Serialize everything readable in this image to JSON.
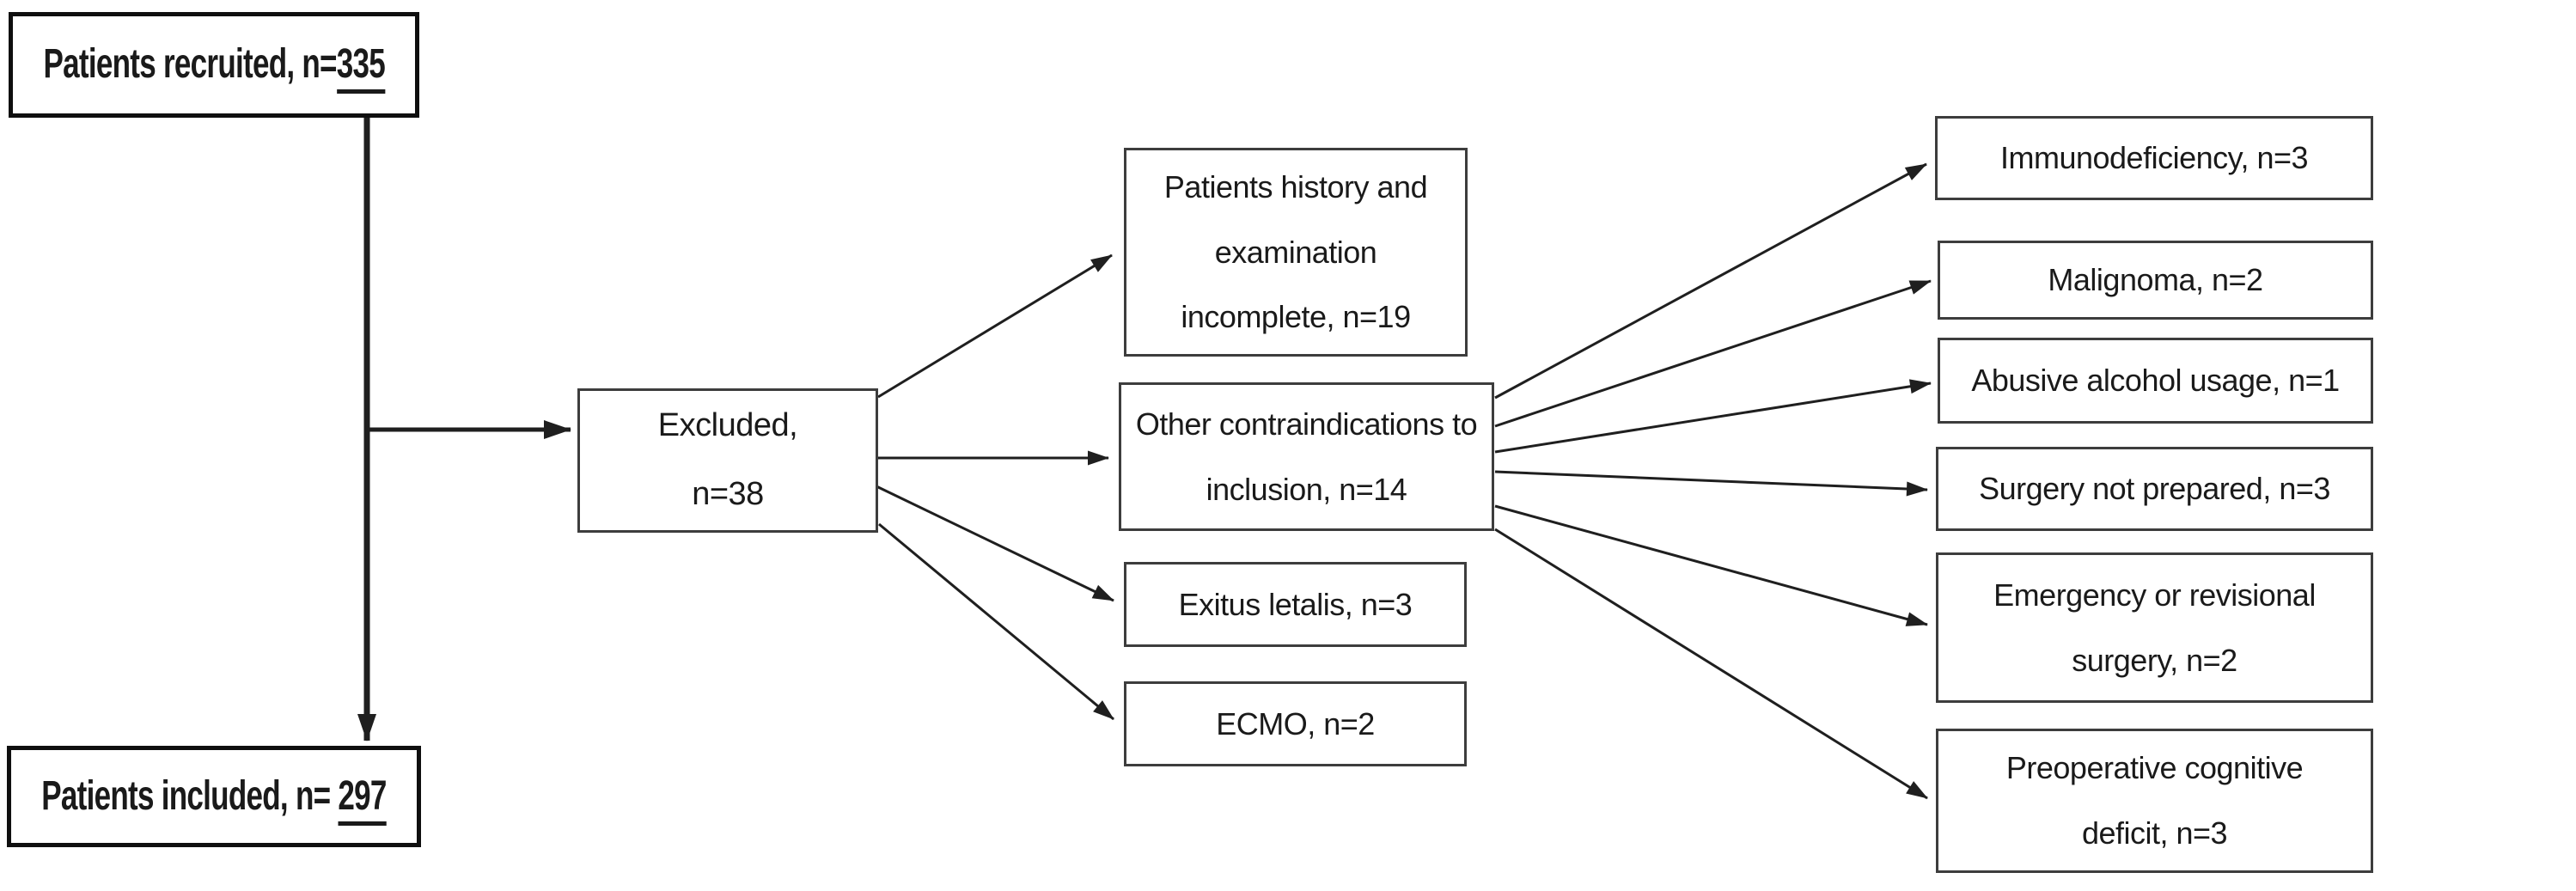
{
  "diagram": {
    "recruited": {
      "label": "Patients recruited, n=",
      "value": "335"
    },
    "included": {
      "label": "Patients included, n= ",
      "value": "297"
    },
    "excluded": {
      "lines": [
        "Excluded,",
        "n=38"
      ]
    },
    "history": {
      "lines": [
        "Patients history and",
        "examination",
        "incomplete, n=19"
      ]
    },
    "contraindications": {
      "lines": [
        "Other contraindications to",
        "inclusion, n=14"
      ]
    },
    "exitus": {
      "lines": [
        "Exitus letalis, n=3"
      ]
    },
    "ecmo": {
      "lines": [
        "ECMO, n=2"
      ]
    },
    "immunodeficiency": {
      "lines": [
        "Immunodeficiency, n=3"
      ]
    },
    "malignoma": {
      "lines": [
        "Malignoma, n=2"
      ]
    },
    "alcohol": {
      "lines": [
        "Abusive alcohol usage, n=1"
      ]
    },
    "surgery_not_prepared": {
      "lines": [
        "Surgery not prepared, n=3"
      ]
    },
    "emergency": {
      "lines": [
        "Emergency or revisional",
        "surgery, n=2"
      ]
    },
    "preoperative": {
      "lines": [
        "Preoperative cognitive",
        "deficit, n=3"
      ]
    }
  },
  "colors": {
    "background": "#ffffff",
    "text": "#1a1a1a",
    "border_bold": "#0f0f0f",
    "border_thin": "#3d3d3d",
    "connector": "#1f1f1f"
  }
}
